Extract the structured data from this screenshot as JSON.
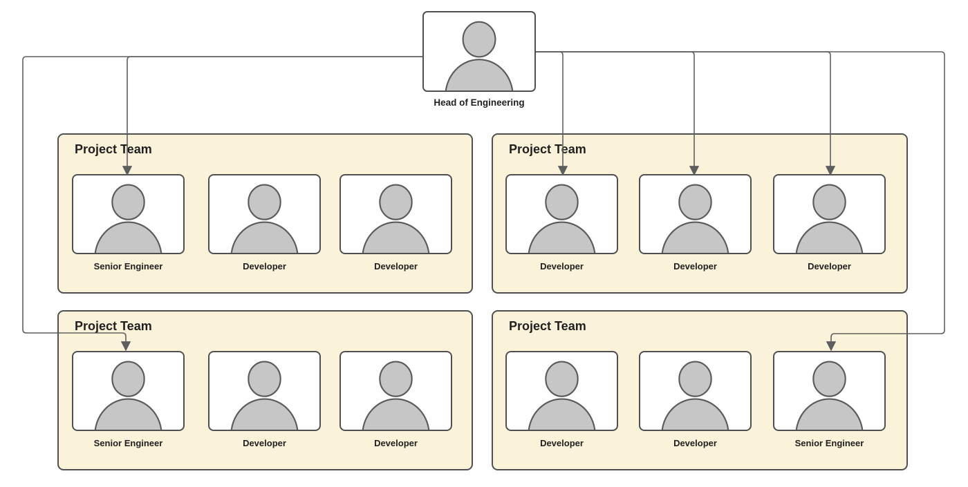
{
  "root": {
    "label": "Head of Engineering"
  },
  "teams": [
    {
      "title": "Project Team",
      "members": [
        {
          "role": "Senior Engineer"
        },
        {
          "role": "Developer"
        },
        {
          "role": "Developer"
        }
      ]
    },
    {
      "title": "Project Team",
      "members": [
        {
          "role": "Developer"
        },
        {
          "role": "Developer"
        },
        {
          "role": "Developer"
        }
      ]
    },
    {
      "title": "Project Team",
      "members": [
        {
          "role": "Senior Engineer"
        },
        {
          "role": "Developer"
        },
        {
          "role": "Developer"
        }
      ]
    },
    {
      "title": "Project Team",
      "members": [
        {
          "role": "Developer"
        },
        {
          "role": "Developer"
        },
        {
          "role": "Senior Engineer"
        }
      ]
    }
  ],
  "connections": [
    {
      "from": "head",
      "to": "team-1-member-1"
    },
    {
      "from": "head",
      "to": "team-2-member-1"
    },
    {
      "from": "head",
      "to": "team-2-member-2"
    },
    {
      "from": "head",
      "to": "team-2-member-3"
    },
    {
      "from": "head",
      "to": "team-3-member-1"
    },
    {
      "from": "head",
      "to": "team-4-member-3"
    }
  ],
  "icons": {
    "person": "person-icon"
  },
  "colors": {
    "team_fill": "#fbf2da",
    "border": "#4f4f4f",
    "person_fill": "#c6c6c6",
    "person_stroke": "#5a5a5a",
    "connector": "#5e5e5e",
    "text": "#1f1f1f",
    "card_fill": "#ffffff",
    "background": "#ffffff"
  }
}
